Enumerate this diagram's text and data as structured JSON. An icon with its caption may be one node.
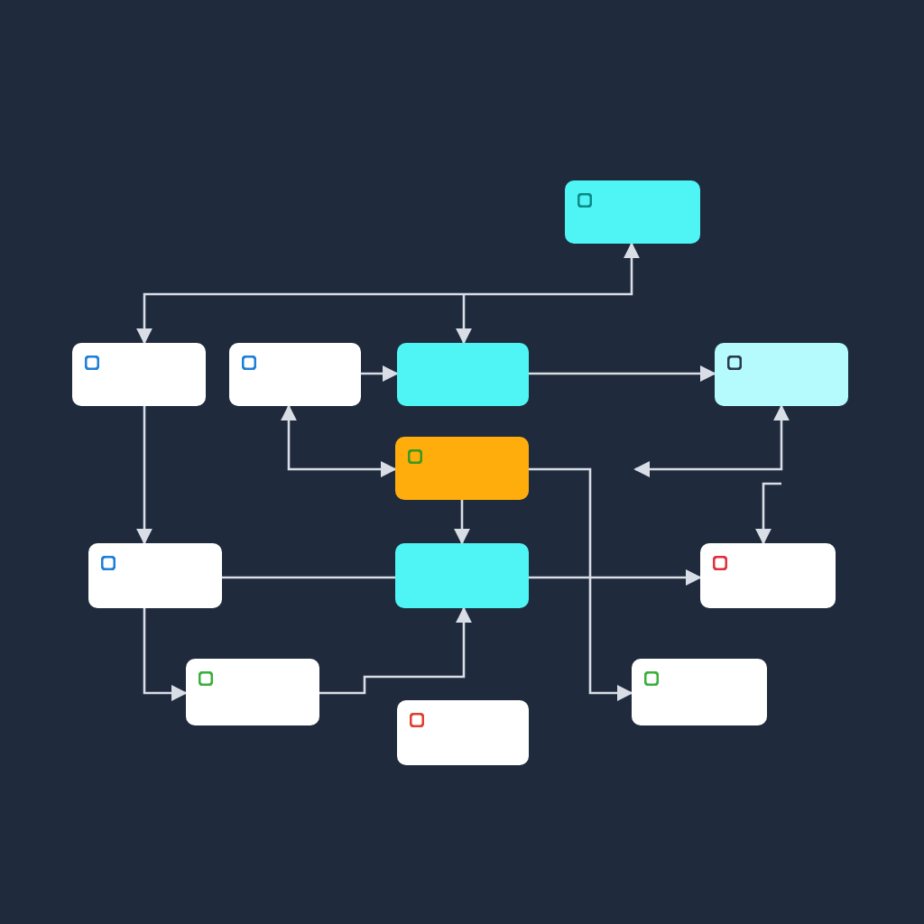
{
  "diagram": {
    "nodes": [
      {
        "text": [],
        "shape": "box"
      },
      {
        "text": [],
        "shape": "box"
      },
      {
        "text": [],
        "shape": "box"
      },
      {
        "text": [],
        "shape": "box"
      },
      {
        "text": [],
        "shape": "box"
      },
      {
        "text": [],
        "shape": "box"
      },
      {
        "text": [],
        "shape": "box"
      },
      {
        "text": [],
        "shape": "box"
      },
      {
        "text": [],
        "shape": "box"
      },
      {
        "text": [],
        "shape": "box"
      },
      {
        "text": [],
        "shape": "box"
      },
      {
        "text": [],
        "shape": "box"
      }
    ],
    "edges": [
      {
        "from": null,
        "to": 0,
        "arrow": "to"
      },
      {
        "from": null,
        "to": 1,
        "arrow": "to"
      },
      {
        "from": null,
        "to": 3,
        "arrow": "to"
      },
      {
        "from": 2,
        "to": 3,
        "arrow": "to"
      },
      {
        "from": 3,
        "to": 4,
        "arrow": "to"
      },
      {
        "from": 5,
        "to": 2,
        "arrow": "both"
      },
      {
        "from": 5,
        "to": 7,
        "arrow": "to"
      },
      {
        "from": 1,
        "to": 6,
        "arrow": "to"
      },
      {
        "from": 6,
        "to": 7,
        "arrow": "none"
      },
      {
        "from": 7,
        "to": 8,
        "arrow": "to"
      },
      {
        "from": 6,
        "to": 9,
        "arrow": "to"
      },
      {
        "from": 9,
        "to": 7,
        "arrow": "to"
      },
      {
        "from": 5,
        "to": 11,
        "arrow": "to"
      },
      {
        "from": null,
        "to": 4,
        "arrow": "both"
      },
      {
        "from": null,
        "to": 8,
        "arrow": "to"
      }
    ]
  }
}
